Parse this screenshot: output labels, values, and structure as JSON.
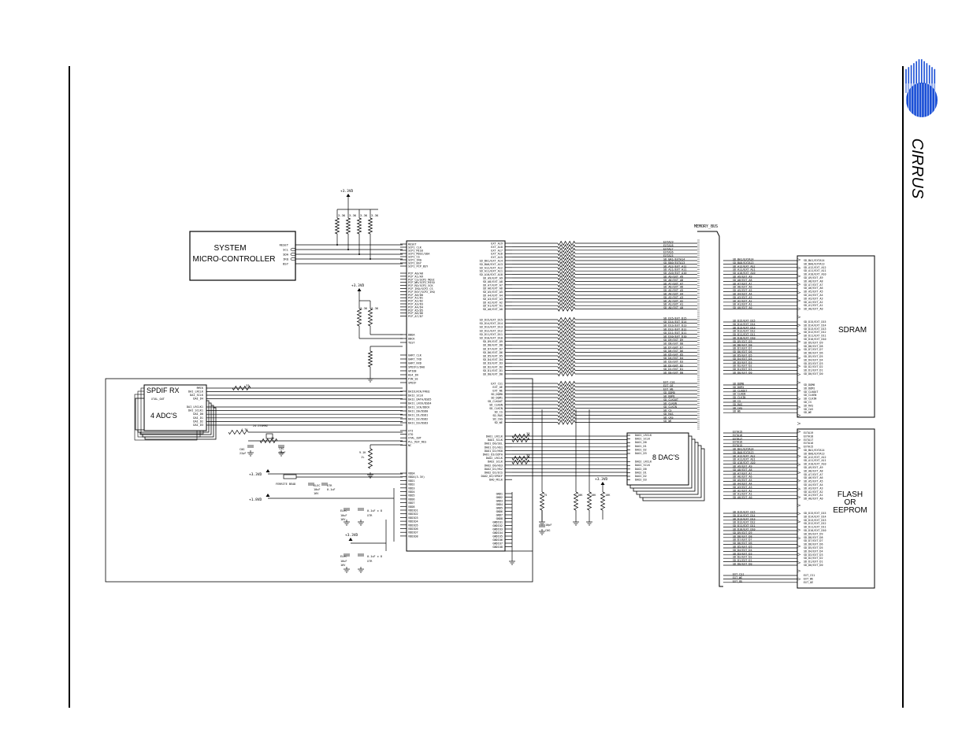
{
  "brand": {
    "logo_text": "CIRRUS",
    "color": "#1a4fd6"
  },
  "rails": {
    "v33": "+3.3VD",
    "v18": "+1.8VD"
  },
  "blocks": {
    "micro": {
      "line1": "SYSTEM",
      "line2": "MICRO-CONTROLLER",
      "pins": [
        "RESET",
        "SCL",
        "SDA",
        "IRQ",
        "BSY"
      ]
    },
    "spdif": {
      "title": "SPDIF RX",
      "pins": [
        "RMCK",
        "DAI_LRCLK",
        "DAI_SCLK",
        "DAI_D4"
      ],
      "xtal": "XTAL_OUT"
    },
    "adc": {
      "title": "4 ADC'S",
      "pins": [
        "DAI_LRCLK1",
        "DAI_SCLK1",
        "DAI_D0",
        "DAI_D1",
        "DAI_D2",
        "DAI_D3"
      ]
    },
    "dac": {
      "title": "8 DAC'S",
      "pins": [
        "DAO1_LRCLK",
        "DAO1_SCLK",
        "DAO1_D0",
        "DAO1_D1",
        "DAO1_D2",
        "DAO1_D3",
        "DAO2_LRCLK",
        "DAO2_SCLK",
        "DAO2_D0",
        "DAO2_D1",
        "DAO2_D2",
        "DAO2_D3"
      ]
    },
    "sdram": {
      "title": "SDRAM"
    },
    "flash": {
      "line1": "FLASH",
      "line2": "OR",
      "line3": "EEPROM"
    }
  },
  "bus_label": "MEMORY_BUS",
  "parts": {
    "pullup": "3.3K",
    "r33": "33",
    "r47k": "4.7K",
    "r1k": "1K",
    "r10k": "10K",
    "r75": "75",
    "xtal": "24.576MHZ",
    "c22": "22pF",
    "c33": "33pF",
    "ferrite": "FERRITE BEAD",
    "elec": "ELEC",
    "c10uf": "10uF",
    "c16v": "16V",
    "c01": "0.1uF",
    "c01x8": "0.1uF x 8",
    "x7r": "X7R",
    "c10pf": "10pF",
    "c0g": "C0G"
  },
  "ic": {
    "left_top": [
      "RESET",
      "SCP1_CLK",
      "SCP1_MISO",
      "SCP1_MOSI/SDA",
      "SCP1_CS",
      "SCP1_IRQ",
      "SCP1_BSY",
      "SCP1_PCP_BSY"
    ],
    "left_pcp": [
      "PCP_A0/A8",
      "PCP_A1/A9",
      "PCP_CS/SCP2_MOSI",
      "PCP_WR/SCP2_MISO",
      "PCP_RD/SCP2_SCK",
      "PCP_IRQ/SCP2_CS",
      "PCP_BSY/SCP2_IRQ",
      "PCP_A0/D0",
      "PCP_A1/D1",
      "PCP_A2/D2",
      "PCP_A3/D3",
      "PCP_A4/D4",
      "PCP_A5/D5",
      "PCP_A6/D6",
      "PCP_A7/D7"
    ],
    "left_dbg": [
      "DBDA",
      "DBCK",
      "TEST"
    ],
    "left_uart": [
      "UART_CLK",
      "UART_TXD",
      "UART_RXD",
      "SPDIF2/DAO",
      "GPIO8",
      "HS4_IN",
      "PIN_SE",
      "SPDIF"
    ],
    "left_dai": [
      "DAI2LRCK/FREQ",
      "DAI2_SCLK",
      "DAI2_DATA/DSD5",
      "DAI1_LRCK/DSD4",
      "DAI1_SCK/DDCK",
      "DAI1_D0/DSD0",
      "DAI1_D1/DSD1",
      "DAI1_D2/DSD2",
      "DAI1_D3/DSD3"
    ],
    "left_clk": [
      "XTI",
      "XTO",
      "XTAL_OUT",
      "PLL_REF_RES",
      "NC"
    ],
    "left_pwr": [
      "VDDA",
      "VDDA(3.3V)",
      "VDD1",
      "VDD2",
      "VDD3",
      "VDD4",
      "VDD5",
      "VDD6",
      "VDD7",
      "VDD8",
      "VDDIO1",
      "VDDIO2",
      "VDDIO3",
      "VDDIO4",
      "VDDIO5",
      "VDDIO6",
      "VDDIO7",
      "VDDIO8"
    ],
    "right_addr": [
      "EXT_A19",
      "EXT_A18",
      "EXT_A17",
      "EXT_A16",
      "EXT_A15",
      "SD_BA1/EXT_A14",
      "SD_BA0/EXT_A13",
      "SD_A12/EXT_A12",
      "SD_A11/EXT_A11",
      "SD_A10/EXT_A10",
      "SD_A9/EXT_A9",
      "SD_A8/EXT_A8",
      "SD_A7/EXT_A7",
      "SD_A6/EXT_A6",
      "SD_A5/EXT_A5",
      "SD_A4/EXT_A4",
      "SD_A3/EXT_A3",
      "SD_A2/EXT_A2",
      "SD_A1/EXT_A1",
      "SD_A0/EXT_A0"
    ],
    "right_data": [
      "SD_D15/EXT_D15",
      "SD_D14/EXT_D14",
      "SD_D13/EXT_D13",
      "SD_D12/EXT_D12",
      "SD_D11/EXT_D11",
      "SD_D10/EXT_D10",
      "SD_D9/EXT_D9",
      "SD_D8/EXT_D8",
      "SD_D7/EXT_D7",
      "SD_D6/EXT_D6",
      "SD_D5/EXT_D5",
      "SD_D4/EXT_D4",
      "SD_D3/EXT_D3",
      "SD_D2/EXT_D2",
      "SD_D1/EXT_D1",
      "SD_D0/EXT_D0"
    ],
    "right_ctl": [
      "EXT_CS1",
      "EXT_OE",
      "EXT_WE",
      "SD_DQM0",
      "SD_DQM1",
      "SD_CLKOUT",
      "SD_CLKEN",
      "SD_CLKIN",
      "SD_CS",
      "SD_RAS",
      "SD_CAS",
      "SD_WE"
    ],
    "right_dao": [
      "DAO1_LRCLK",
      "DAO1_SCLK",
      "DAO1_D0/SEL",
      "DAO1_D1/HS1",
      "DAO1_D2/HS0",
      "DAO1_D3/SDTA",
      "DAO2_LRCLK",
      "DAO2_SCLK",
      "DAO2_D0/HS3",
      "DAO2_D1/HS2",
      "DAO2_D2/ECS",
      "DAO2_D3/SPDIF",
      "DAO_MCLK"
    ],
    "right_gnd": [
      "GND1",
      "GND2",
      "GND3",
      "GND4",
      "GND5",
      "GND6",
      "GND7",
      "GND8",
      "GNDIO1",
      "GNDIO2",
      "GNDIO3",
      "GNDIO4",
      "GNDIO5",
      "GNDIO6",
      "GNDIO7",
      "GNDIO8"
    ]
  },
  "nets": {
    "addr": [
      "EXTA19",
      "EXTA18",
      "EXTA17",
      "EXTA16",
      "EXTA15",
      "SD_BA1/EXTA14",
      "SD_BA0/EXTA13",
      "SD_A12/EXT_A12",
      "SD_A11/EXT_A11",
      "SD_A10/EXT_A10",
      "SD_A9/EXT_A9",
      "SD_A8/EXT_A8",
      "SD_A7/EXT_A7",
      "SD_A6/EXT_A6",
      "SD_A5/EXT_A5",
      "SD_A4/EXT_A4",
      "SD_A3/EXT_A3",
      "SD_A2/EXT_A2",
      "SD_A1/EXT_A1",
      "SD_A0/EXT_A0"
    ],
    "data": [
      "SD_D15/EXT_D15",
      "SD_D14/EXT_D14",
      "SD_D13/EXT_D13",
      "SD_D12/EXT_D12",
      "SD_D11/EXT_D11",
      "SD_D10/EXT_D10",
      "SD_D9/EXT_D9",
      "SD_D8/EXT_D8",
      "SD_D7/EXT_D7",
      "SD_D6/EXT_D6",
      "SD_D5/EXT_D5",
      "SD_D4/EXT_D4",
      "SD_D3/EXT_D3",
      "SD_D2/EXT_D2",
      "SD_D1/EXT_D1",
      "SD_D0/EXT_D0"
    ],
    "ctl": [
      "EXT_CS1",
      "EXT_OE",
      "EXT_WE",
      "SD_DQM0",
      "SD_DQM1",
      "SD_CLKOUT",
      "SD_CLKEN",
      "SD_CLKIN",
      "SD_CS",
      "SD_RAS",
      "SD_CAS",
      "SD_WE"
    ],
    "sdram_addr": [
      "SD_BA1/EXTA14",
      "SD_BA0/EXTA13",
      "SD_A12/EXT_A12",
      "SD_A11/EXT_A11",
      "SD_A10/EXT_A10",
      "SD_A9/EXT_A9",
      "SD_A8/EXT_A8",
      "SD_A7/EXT_A7",
      "SD_A6/EXT_A6",
      "SD_A5/EXT_A5",
      "SD_A4/EXT_A4",
      "SD_A3/EXT_A3",
      "SD_A2/EXT_A2",
      "SD_A1/EXT_A1",
      "SD_A0/EXT_A0"
    ],
    "sdram_ctl": [
      "SD_DQM0",
      "SD_DQM1",
      "SD_CLKOUT",
      "SD_CLKEN",
      "SD_CLKIN",
      "SD_CS",
      "SD_RAS",
      "SD_CAS",
      "SD_WE"
    ],
    "flash_ctl": [
      "EXT_CS1",
      "EXT_WE",
      "EXT_OE"
    ]
  }
}
